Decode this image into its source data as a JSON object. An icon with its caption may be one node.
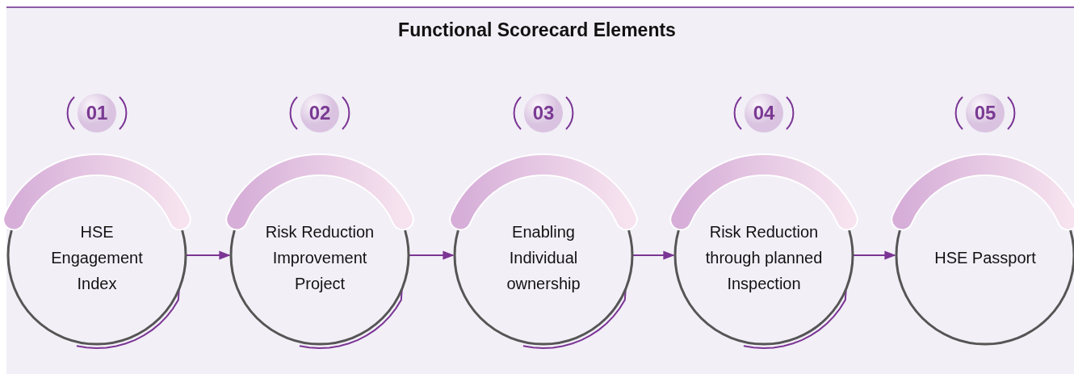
{
  "diagram": {
    "title": "Functional Scorecard Elements",
    "nodes": [
      {
        "text": [
          "HSE Engagement Index"
        ],
        "beside": [
          "01"
        ]
      },
      {
        "text": [
          "Risk Reduction Improvement Project"
        ],
        "beside": [
          "02"
        ]
      },
      {
        "text": [
          "Enabling Individual ownership"
        ],
        "beside": [
          "03"
        ]
      },
      {
        "text": [
          "Risk Reduction through planned Inspection"
        ],
        "beside": [
          "04"
        ]
      },
      {
        "text": [
          "HSE Passport"
        ],
        "beside": [
          "05"
        ]
      }
    ],
    "edges": [
      {
        "from": 0,
        "to": 1,
        "arrow": "to"
      },
      {
        "from": 1,
        "to": 2,
        "arrow": "to"
      },
      {
        "from": 2,
        "to": 3,
        "arrow": "to"
      },
      {
        "from": 3,
        "to": 4,
        "arrow": "to"
      }
    ]
  }
}
